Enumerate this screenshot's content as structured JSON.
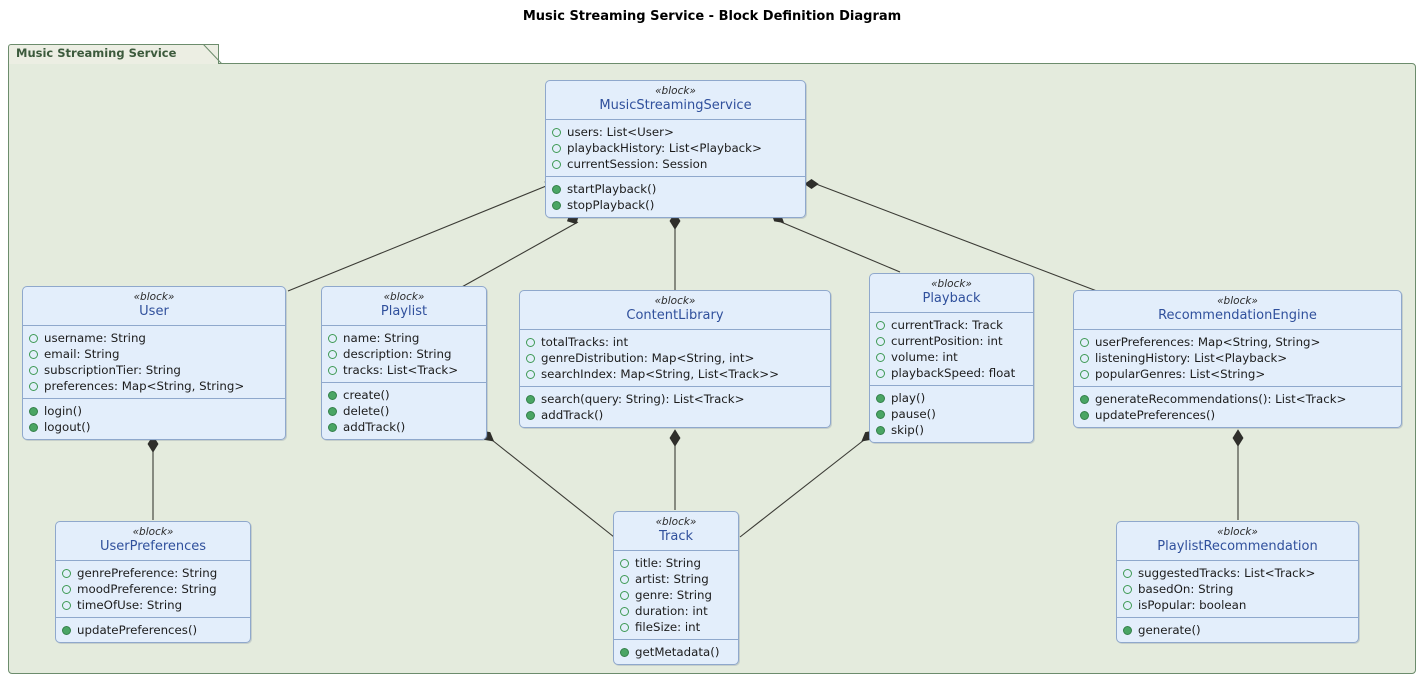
{
  "diagram": {
    "title": "Music Streaming Service - Block Definition Diagram",
    "package_label": "Music Streaming Service",
    "stereotype": "«block»",
    "colors": {
      "block_fill": "#e3eefb",
      "block_border": "#8fa8cc",
      "block_name": "#30509c",
      "package_fill": "#e4ebdd",
      "package_border": "#6c8c6c",
      "package_label": "#3c5a3c",
      "attr_marker": "#3f9a55",
      "op_marker": "#4aa564",
      "connector": "#3b3b35",
      "canvas": "#ffffff"
    }
  },
  "blocks": {
    "music_streaming_service": {
      "name": "MusicStreamingService",
      "attributes": [
        "users: List<User>",
        "playbackHistory: List<Playback>",
        "currentSession: Session"
      ],
      "operations": [
        "startPlayback()",
        "stopPlayback()"
      ]
    },
    "user": {
      "name": "User",
      "attributes": [
        "username: String",
        "email: String",
        "subscriptionTier: String",
        "preferences: Map<String, String>"
      ],
      "operations": [
        "login()",
        "logout()"
      ]
    },
    "playlist": {
      "name": "Playlist",
      "attributes": [
        "name: String",
        "description: String",
        "tracks: List<Track>"
      ],
      "operations": [
        "create()",
        "delete()",
        "addTrack()"
      ]
    },
    "content_library": {
      "name": "ContentLibrary",
      "attributes": [
        "totalTracks: int",
        "genreDistribution: Map<String, int>",
        "searchIndex: Map<String, List<Track>>"
      ],
      "operations": [
        "search(query: String): List<Track>",
        "addTrack()"
      ]
    },
    "playback": {
      "name": "Playback",
      "attributes": [
        "currentTrack: Track",
        "currentPosition: int",
        "volume: int",
        "playbackSpeed: float"
      ],
      "operations": [
        "play()",
        "pause()",
        "skip()"
      ]
    },
    "recommendation_engine": {
      "name": "RecommendationEngine",
      "attributes": [
        "userPreferences: Map<String, String>",
        "listeningHistory: List<Playback>",
        "popularGenres: List<String>"
      ],
      "operations": [
        "generateRecommendations(): List<Track>",
        "updatePreferences()"
      ]
    },
    "user_preferences": {
      "name": "UserPreferences",
      "attributes": [
        "genrePreference: String",
        "moodPreference: String",
        "timeOfUse: String"
      ],
      "operations": [
        "updatePreferences()"
      ]
    },
    "track": {
      "name": "Track",
      "attributes": [
        "title: String",
        "artist: String",
        "genre: String",
        "duration: int",
        "fileSize: int"
      ],
      "operations": [
        "getMetadata()"
      ]
    },
    "playlist_recommendation": {
      "name": "PlaylistRecommendation",
      "attributes": [
        "suggestedTracks: List<Track>",
        "basedOn: String",
        "isPopular: boolean"
      ],
      "operations": [
        "generate()"
      ]
    }
  },
  "connectors": [
    {
      "from": "music_streaming_service",
      "to": "user",
      "type": "composition"
    },
    {
      "from": "music_streaming_service",
      "to": "playlist",
      "type": "composition"
    },
    {
      "from": "music_streaming_service",
      "to": "content_library",
      "type": "composition"
    },
    {
      "from": "music_streaming_service",
      "to": "playback",
      "type": "composition"
    },
    {
      "from": "music_streaming_service",
      "to": "recommendation_engine",
      "type": "composition"
    },
    {
      "from": "user",
      "to": "user_preferences",
      "type": "composition"
    },
    {
      "from": "playlist",
      "to": "track",
      "type": "composition"
    },
    {
      "from": "content_library",
      "to": "track",
      "type": "composition"
    },
    {
      "from": "playback",
      "to": "track",
      "type": "composition"
    },
    {
      "from": "recommendation_engine",
      "to": "playlist_recommendation",
      "type": "composition"
    }
  ]
}
